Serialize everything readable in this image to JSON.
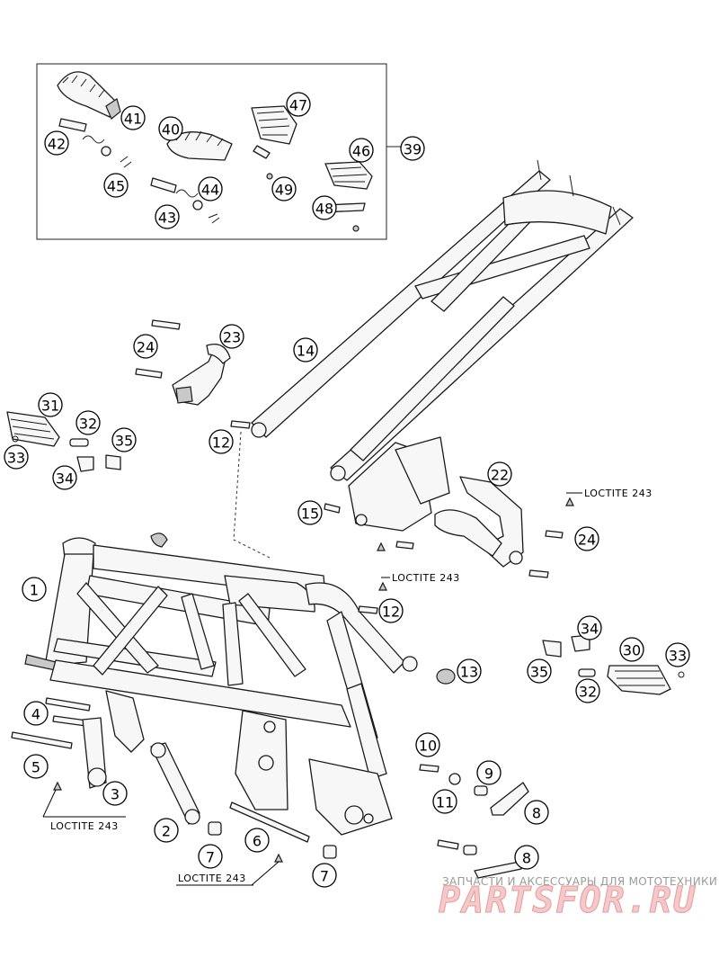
{
  "callouts": [
    {
      "id": "c41",
      "label": "41"
    },
    {
      "id": "c40",
      "label": "40"
    },
    {
      "id": "c42",
      "label": "42"
    },
    {
      "id": "c45",
      "label": "45"
    },
    {
      "id": "c44",
      "label": "44"
    },
    {
      "id": "c43",
      "label": "43"
    },
    {
      "id": "c47",
      "label": "47"
    },
    {
      "id": "c46",
      "label": "46"
    },
    {
      "id": "c39",
      "label": "39"
    },
    {
      "id": "c49",
      "label": "49"
    },
    {
      "id": "c48",
      "label": "48"
    },
    {
      "id": "c24a",
      "label": "24"
    },
    {
      "id": "c23",
      "label": "23"
    },
    {
      "id": "c14",
      "label": "14"
    },
    {
      "id": "c31",
      "label": "31"
    },
    {
      "id": "c32a",
      "label": "32"
    },
    {
      "id": "c35a",
      "label": "35"
    },
    {
      "id": "c33a",
      "label": "33"
    },
    {
      "id": "c34a",
      "label": "34"
    },
    {
      "id": "c12a",
      "label": "12"
    },
    {
      "id": "c22",
      "label": "22"
    },
    {
      "id": "c15",
      "label": "15"
    },
    {
      "id": "c24b",
      "label": "24"
    },
    {
      "id": "c1",
      "label": "1"
    },
    {
      "id": "c12b",
      "label": "12"
    },
    {
      "id": "c13",
      "label": "13"
    },
    {
      "id": "c34b",
      "label": "34"
    },
    {
      "id": "c30",
      "label": "30"
    },
    {
      "id": "c33b",
      "label": "33"
    },
    {
      "id": "c35b",
      "label": "35"
    },
    {
      "id": "c32b",
      "label": "32"
    },
    {
      "id": "c4",
      "label": "4"
    },
    {
      "id": "c5",
      "label": "5"
    },
    {
      "id": "c3",
      "label": "3"
    },
    {
      "id": "c10",
      "label": "10"
    },
    {
      "id": "c9",
      "label": "9"
    },
    {
      "id": "c11",
      "label": "11"
    },
    {
      "id": "c8a",
      "label": "8"
    },
    {
      "id": "c2",
      "label": "2"
    },
    {
      "id": "c6",
      "label": "6"
    },
    {
      "id": "c7a",
      "label": "7"
    },
    {
      "id": "c8b",
      "label": "8"
    },
    {
      "id": "c7b",
      "label": "7"
    }
  ],
  "notes": {
    "loctite_1": "LOCTITE 243",
    "loctite_2": "LOCTITE 243",
    "loctite_3": "LOCTITE 243",
    "loctite_4": "LOCTITE 243"
  },
  "watermark": {
    "caption": "ЗАПЧАСТИ И АКСЕССУАРЫ ДЛЯ МОТОТЕХНИКИ",
    "logo": "PARTSFOR.RU"
  },
  "colors": {
    "line": "#1a1a1a",
    "watermark_logo": "#e79b9b",
    "watermark_text": "#9a9a9a"
  }
}
